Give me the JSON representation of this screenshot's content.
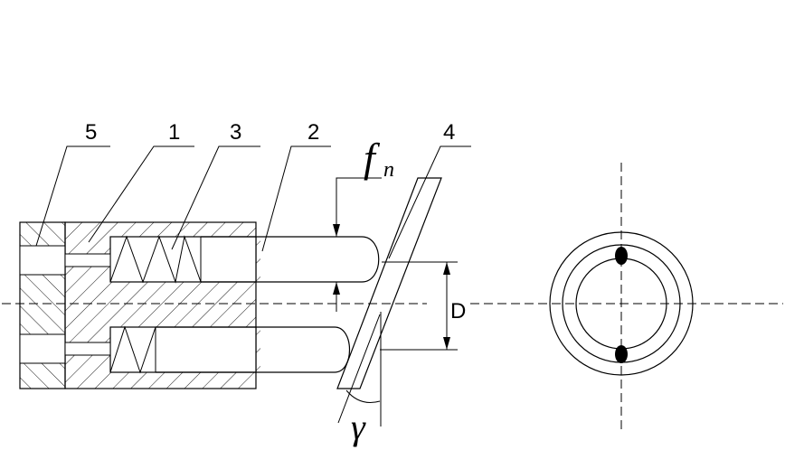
{
  "labels": {
    "part_5": "5",
    "part_1": "1",
    "part_3": "3",
    "part_2": "2",
    "part_4": "4",
    "force_symbol_main": "f",
    "force_symbol_sub": "n",
    "dimension_d": "D",
    "angle_symbol": "γ"
  },
  "colors": {
    "line": "#000000",
    "background": "#ffffff"
  }
}
